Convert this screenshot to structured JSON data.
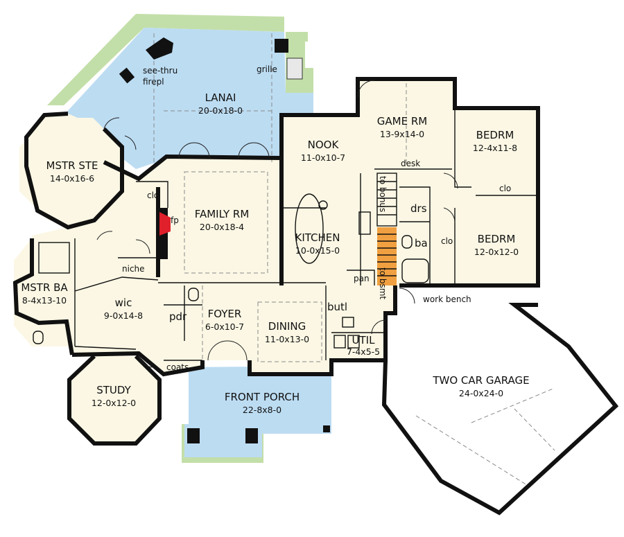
{
  "colors": {
    "interior": "#fbf7e4",
    "porch": "#bcdcf2",
    "landscape": "#c3dfa9",
    "stair": "#f0a040",
    "fireplace": "#e0202b",
    "garage": "#ffffff",
    "wall": "#111111"
  },
  "rooms": {
    "lanai": {
      "name": "LANAI",
      "dims": "20-0x18-0"
    },
    "mstr_ste": {
      "name": "MSTR STE",
      "dims": "14-0x16-6"
    },
    "family_rm": {
      "name": "FAMILY RM",
      "dims": "20-0x18-4"
    },
    "nook": {
      "name": "NOOK",
      "dims": "11-0x10-7"
    },
    "game_rm": {
      "name": "GAME RM",
      "dims": "13-9x14-0"
    },
    "bedrm1": {
      "name": "BEDRM",
      "dims": "12-4x11-8"
    },
    "bedrm2": {
      "name": "BEDRM",
      "dims": "12-0x12-0"
    },
    "kitchen": {
      "name": "KITCHEN",
      "dims": "10-0x15-0"
    },
    "mstr_ba": {
      "name": "MSTR BA",
      "dims": "8-4x13-10"
    },
    "wic": {
      "name": "wic",
      "dims": "9-0x14-8"
    },
    "foyer": {
      "name": "FOYER",
      "dims": "6-0x10-7"
    },
    "dining": {
      "name": "DINING",
      "dims": "11-0x13-0"
    },
    "util": {
      "name": "UTIL",
      "dims": "7-4x5-5"
    },
    "study": {
      "name": "STUDY",
      "dims": "12-0x12-0"
    },
    "front_porch": {
      "name": "FRONT PORCH",
      "dims": "22-8x8-0"
    },
    "garage": {
      "name": "TWO CAR GARAGE",
      "dims": "24-0x24-0"
    }
  },
  "labels": {
    "see_thru": "see-thru",
    "firepl": "firepl",
    "grille": "grille",
    "clo_master": "clo",
    "fp": "fp",
    "niche": "niche",
    "pdr": "pdr",
    "coats": "coats",
    "butl": "butl",
    "pan": "pan",
    "to_bsmt": "to bsmt",
    "to_bonus": "to bonus",
    "desk": "desk",
    "drs": "drs",
    "ba": "ba",
    "clo_bed1": "clo",
    "clo_bed2": "clo",
    "work_bench": "work bench"
  }
}
